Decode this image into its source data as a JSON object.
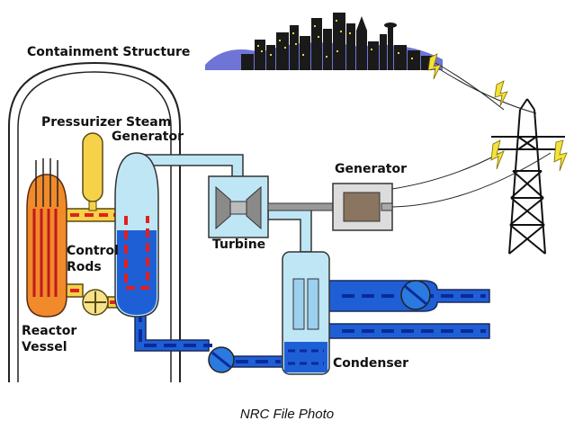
{
  "labels": {
    "containment": "Containment Structure",
    "pressurizer": "Pressurizer",
    "steam_generator_line1": "Steam",
    "steam_generator_line2": "Generator",
    "generator": "Generator",
    "turbine": "Turbine",
    "control_rods_line1": "Control",
    "control_rods_line2": "Rods",
    "reactor_vessel_line1": "Reactor",
    "reactor_vessel_line2": "Vessel",
    "condenser": "Condenser"
  },
  "caption": "NRC File Photo",
  "colors": {
    "reactor_core": "#f08a2a",
    "primary_loop": "#f5d24a",
    "primary_flow": "#e02020",
    "steam_line": "#bfe6f5",
    "cold_water": "#1f5fd6",
    "cold_flow": "#0a2a9a",
    "city": "#1a1a1a",
    "hills": "#6f75d6"
  }
}
